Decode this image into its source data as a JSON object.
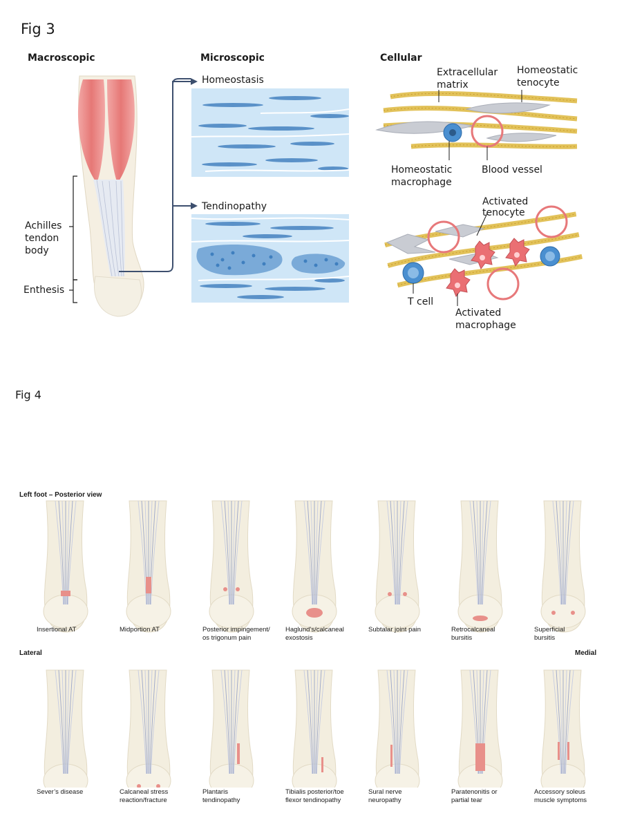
{
  "fig3": {
    "label": "Fig 3",
    "columns": {
      "macroscopic": "Macroscopic",
      "microscopic": "Microscopic",
      "cellular": "Cellular"
    },
    "macro": {
      "achilles": [
        "Achilles",
        "tendon",
        "body"
      ],
      "enthesis": "Enthesis"
    },
    "micro": {
      "homeostasis": "Homeostasis",
      "tendinopathy": "Tendinopathy"
    },
    "cellular": {
      "ecm": [
        "Extracellular",
        "matrix"
      ],
      "homeostatic_tenocyte": [
        "Homeostatic",
        "tenocyte"
      ],
      "homeostatic_macrophage": [
        "Homeostatic",
        "macrophage"
      ],
      "blood_vessel": "Blood vessel",
      "activated_tenocyte": [
        "Activated",
        "tenocyte"
      ],
      "t_cell": "T cell",
      "activated_macrophage": [
        "Activated",
        "macrophage"
      ]
    }
  },
  "fig4": {
    "label": "Fig 4",
    "header": "Left foot – Posterior view",
    "lateral": "Lateral",
    "medial": "Medial",
    "row1": [
      [
        "Insertional AT"
      ],
      [
        "Midportion AT"
      ],
      [
        "Posterior impingement/",
        "os trigonum pain"
      ],
      [
        "Haglund’s/calcaneal",
        "exostosis"
      ],
      [
        "Subtalar joint pain"
      ],
      [
        "Retrocalcaneal",
        "bursitis"
      ],
      [
        "Superficial",
        "bursitis"
      ]
    ],
    "row2": [
      [
        "Sever’s disease"
      ],
      [
        "Calcaneal stress",
        "reaction/fracture"
      ],
      [
        "Plantaris",
        "tendinopathy"
      ],
      [
        "Tibialis posterior/toe",
        "flexor tendinopathy"
      ],
      [
        "Sural nerve",
        "neuropathy"
      ],
      [
        "Paratenonitis or",
        "partial tear"
      ],
      [
        "Accessory soleus",
        "muscle symptoms"
      ]
    ]
  },
  "colors": {
    "muscle": "#e87c7c",
    "bone": "#efeadb",
    "tissue_bg": "#cfe6f7",
    "nucleus": "#4f8fc9",
    "lesion": "#e8908a",
    "fiber": "#e2c25a",
    "arrow": "#3d4f6e"
  }
}
